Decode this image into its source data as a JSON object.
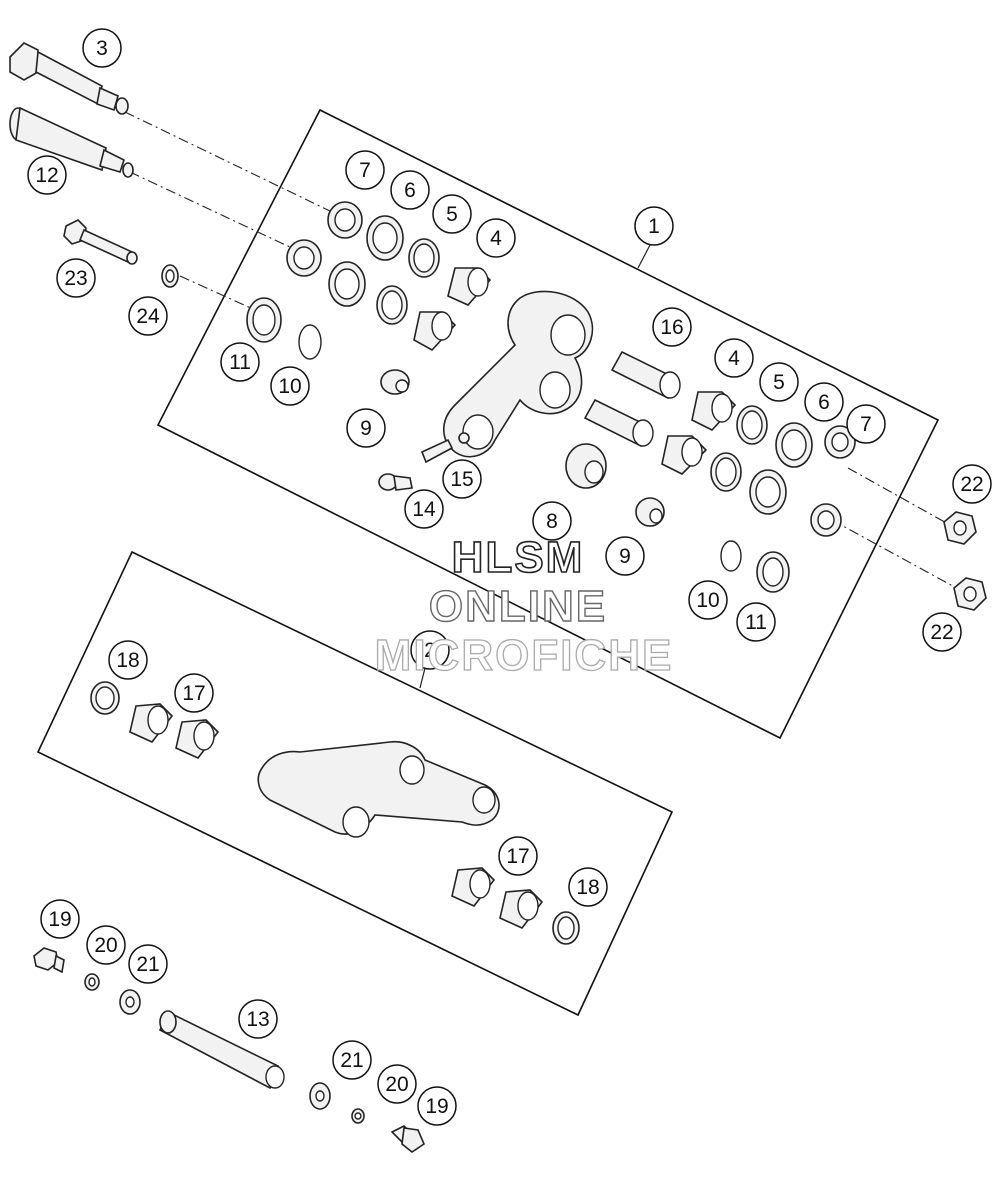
{
  "diagram": {
    "callouts": [
      "1",
      "2",
      "3",
      "4",
      "4",
      "5",
      "5",
      "6",
      "6",
      "7",
      "7",
      "8",
      "9",
      "9",
      "10",
      "10",
      "11",
      "11",
      "12",
      "13",
      "14",
      "15",
      "16",
      "17",
      "17",
      "18",
      "18",
      "19",
      "19",
      "20",
      "20",
      "21",
      "21",
      "22",
      "22",
      "23",
      "24"
    ],
    "watermark": {
      "line1": "HLSM",
      "line2": "ONLINE",
      "line3": "MICROFICHE"
    }
  }
}
